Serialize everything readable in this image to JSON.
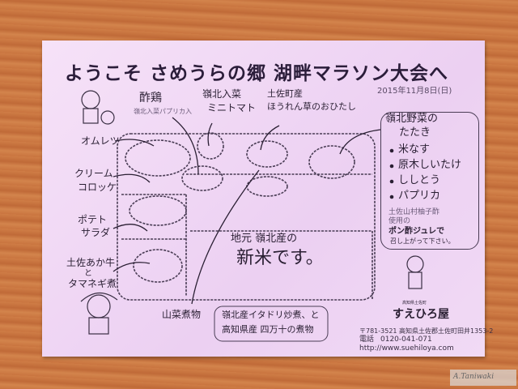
{
  "title": "ようこそ さめうらの郷 湖畔マラソン大会へ",
  "date": "2015年11月8日(日)",
  "items": {
    "sudori": "酢鶏",
    "sudori_note": "嶺北入菜パプリカ入",
    "tomato_1": "嶺北入菜",
    "tomato_2": "ミニトマト",
    "spinach_1": "土佐町産",
    "spinach_2": "ほうれん草のおひたし",
    "omelet": "オムレツ",
    "croquette_1": "クリーム",
    "croquette_2": "コロッケ",
    "salad_1": "ポテト",
    "salad_2": "サラダ",
    "beef_1": "土佐あか牛",
    "beef_2": "と",
    "beef_3": "タマネギ煮",
    "rice_1": "地元 嶺北産の",
    "rice_2": "新米です。",
    "sansai": "山菜煮物",
    "sansai_note_1": "嶺北産イタドリ炒煮、と",
    "sansai_note_2": "高知県産 四万十の煮物"
  },
  "vegbox": {
    "heading_1": "嶺北野菜の",
    "heading_2": "たたき",
    "list": [
      "米なす",
      "原木しいたけ",
      "ししとう",
      "パプリカ"
    ],
    "note_1": "土佐山村柚子酢",
    "note_2": "使用の",
    "note_3": "ポン酢ジュレで",
    "note_4": "召し上がって下さい。"
  },
  "shop": {
    "tag": "高知県土佐町",
    "name": "すえひろ屋",
    "address": "〒781-3521 高知県土佐郡土佐町田井1353-2",
    "phone_label": "電話",
    "phone": "0120-041-071",
    "url": "http://www.suehiloya.com"
  },
  "watermark": "A.Taniwaki",
  "colors": {
    "card": "#f3dcf5",
    "ink": "#2a1f33",
    "wood": "#c9743f"
  }
}
